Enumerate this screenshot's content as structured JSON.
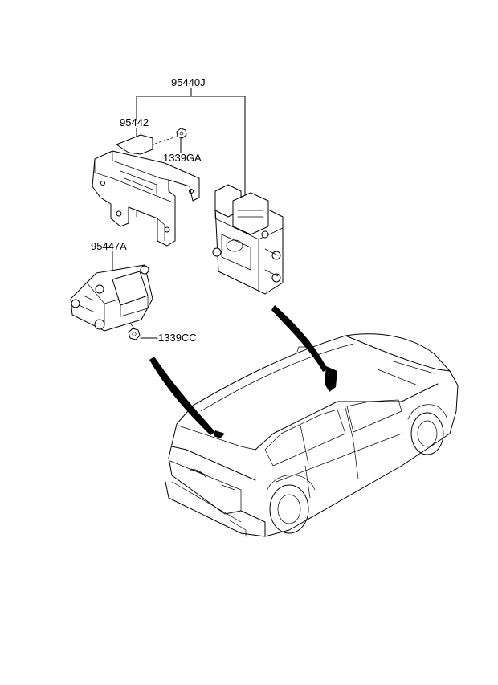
{
  "labels": {
    "assembly": "95440J",
    "bracket": "95442",
    "nut_top": "1339GA",
    "sensor": "95447A",
    "nut_bottom": "1339CC"
  }
}
